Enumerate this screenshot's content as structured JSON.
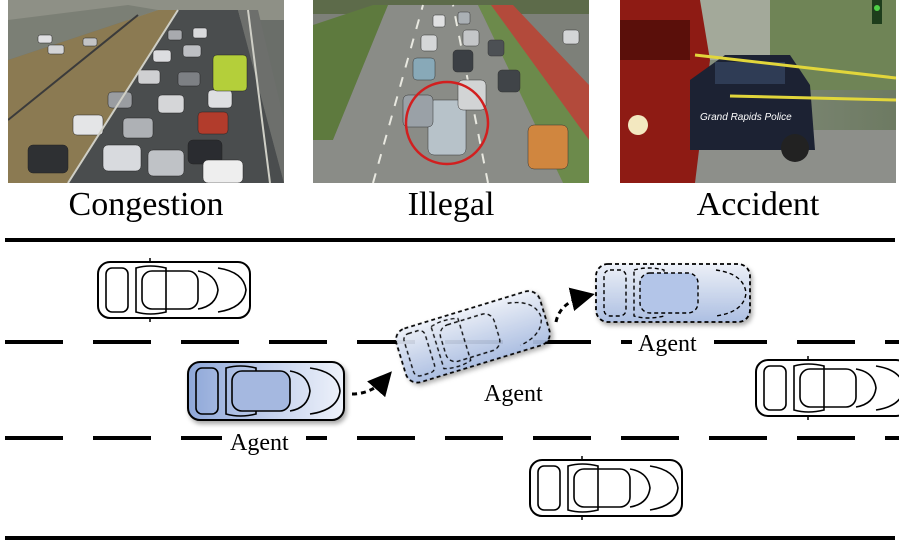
{
  "captions": {
    "congestion": "Congestion",
    "illegal": "Illegal",
    "accident": "Accident"
  },
  "police_text": "Grand Rapids Police",
  "diagram": {
    "agent_label": "Agent"
  },
  "colors": {
    "agent_fill_start": "#d7e0f2",
    "agent_fill_end": "#8ea7d8",
    "road_line": "#000000",
    "highlight_circle": "#d21f1f"
  },
  "icons": [
    "car-icon",
    "agent-car-icon",
    "dashed-arrow-icon"
  ]
}
